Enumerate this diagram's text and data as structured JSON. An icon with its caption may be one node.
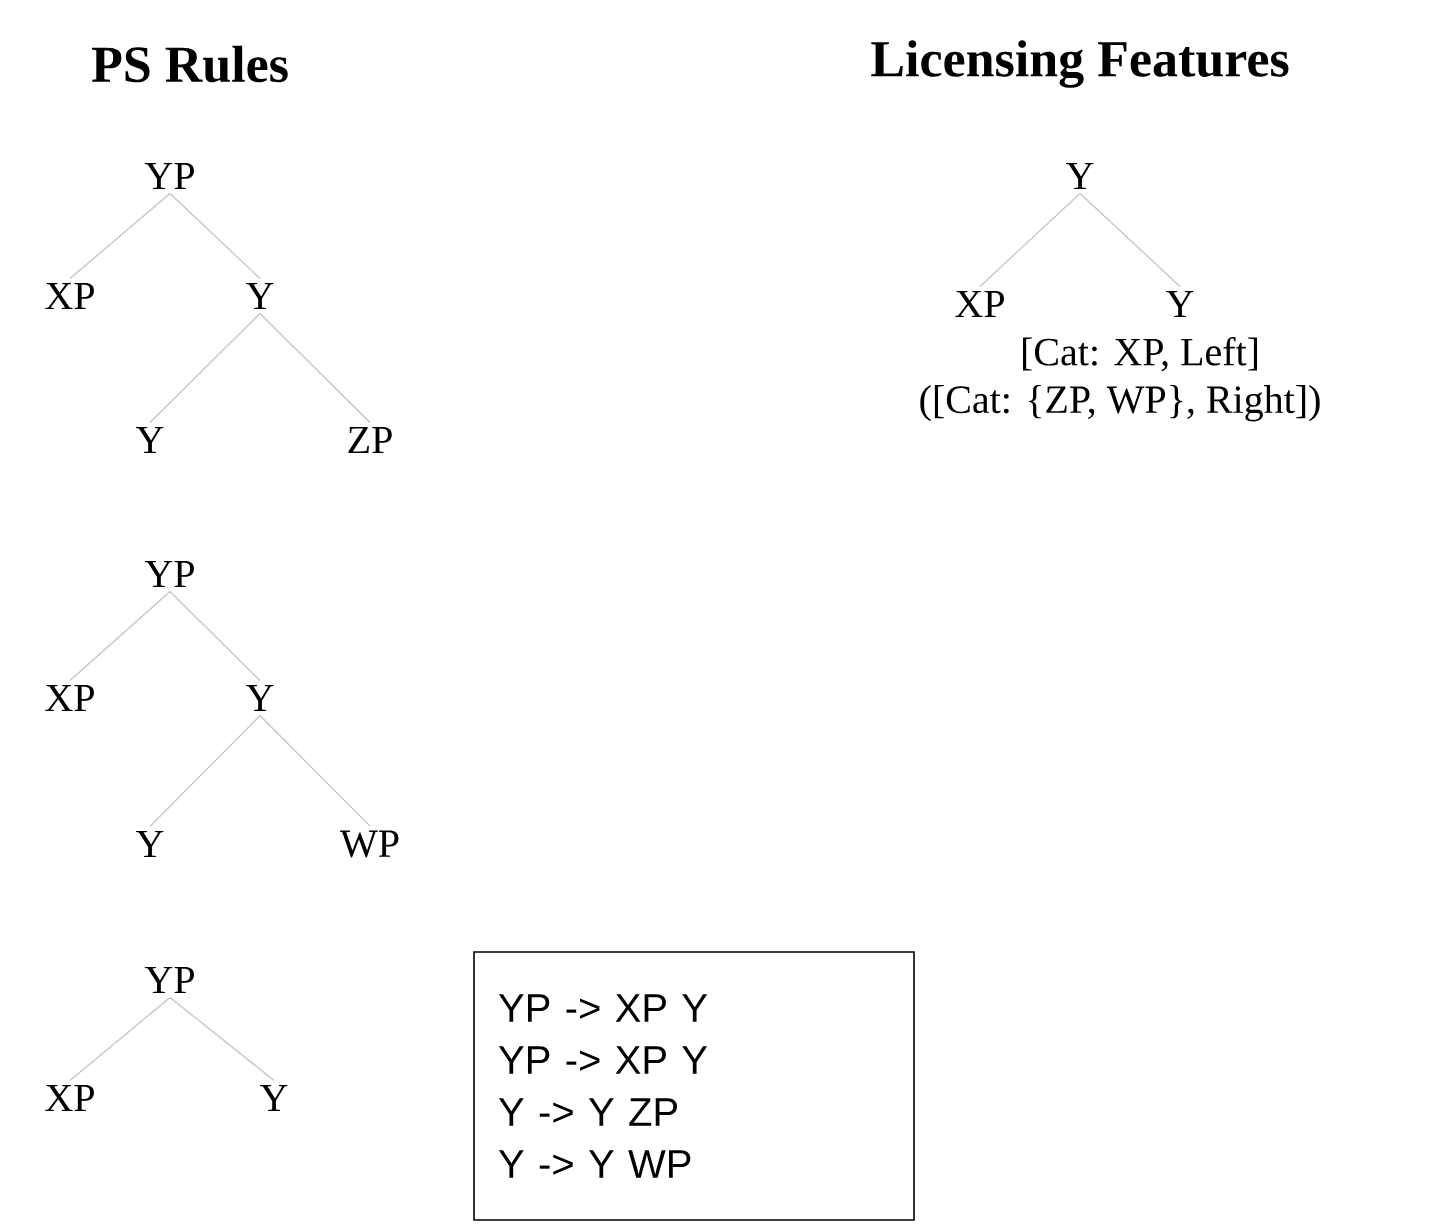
{
  "diagram": {
    "nodes": [
      {
        "text": [
          "YP"
        ]
      },
      {
        "text": [
          "XP"
        ]
      },
      {
        "text": [
          "Y"
        ]
      },
      {
        "text": [
          "Y"
        ]
      },
      {
        "text": [
          "ZP"
        ]
      },
      {
        "text": [
          "YP"
        ]
      },
      {
        "text": [
          "XP"
        ]
      },
      {
        "text": [
          "Y"
        ]
      },
      {
        "text": [
          "Y"
        ]
      },
      {
        "text": [
          "WP"
        ]
      },
      {
        "text": [
          "YP"
        ]
      },
      {
        "text": [
          "XP"
        ]
      },
      {
        "text": [
          "Y"
        ]
      },
      {
        "text": [
          "Y"
        ]
      },
      {
        "text": [
          "XP"
        ]
      },
      {
        "text": [
          "Y"
        ],
        "beside": [
          "[Cat: XP, Left]",
          "([Cat: {ZP, WP}, Right])"
        ]
      },
      {
        "text": [
          "YP -> XP Y",
          "YP -> XP Y",
          "Y  -> Y ZP",
          "Y  -> Y WP"
        ]
      }
    ],
    "edges": [
      {
        "from": 0,
        "to": 1,
        "arrow": "none"
      },
      {
        "from": 0,
        "to": 2,
        "arrow": "none"
      },
      {
        "from": 2,
        "to": 3,
        "arrow": "none"
      },
      {
        "from": 2,
        "to": 4,
        "arrow": "none"
      },
      {
        "from": 5,
        "to": 6,
        "arrow": "none"
      },
      {
        "from": 5,
        "to": 7,
        "arrow": "none"
      },
      {
        "from": 7,
        "to": 8,
        "arrow": "none"
      },
      {
        "from": 7,
        "to": 9,
        "arrow": "none"
      },
      {
        "from": 10,
        "to": 11,
        "arrow": "none"
      },
      {
        "from": 10,
        "to": 12,
        "arrow": "none"
      },
      {
        "from": 13,
        "to": 14,
        "arrow": "none"
      },
      {
        "from": 13,
        "to": 15,
        "arrow": "none"
      }
    ],
    "labels": [
      "PS Rules",
      "Licensing Features"
    ]
  }
}
